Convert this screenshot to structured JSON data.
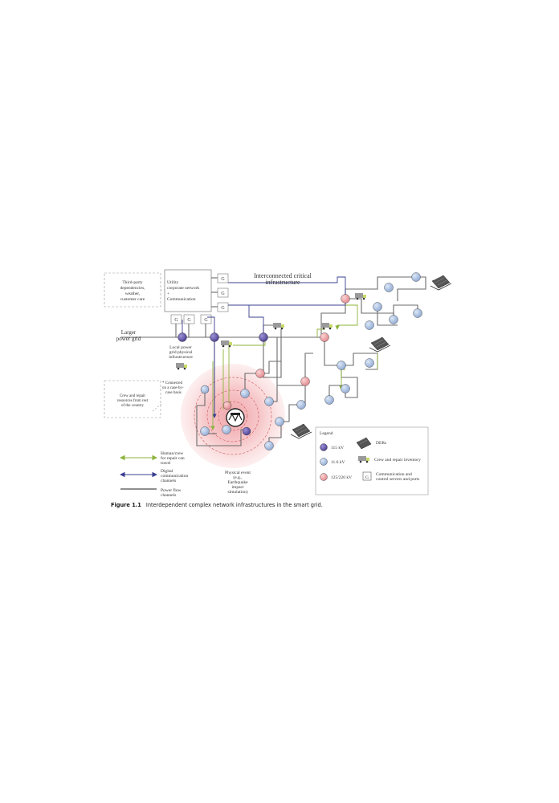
{
  "figure": {
    "number": "Figure 1.1",
    "caption": "Interdependent complex network infrastructures in the smart grid."
  },
  "labels": {
    "third_party_line1": "Third-party",
    "third_party_line2": "dependencies,",
    "third_party_line3": "weather,",
    "third_party_line4": "customer care",
    "utility_line1": "Utility",
    "utility_line2": "corporate network",
    "utility_line3": "+",
    "utility_line4": "Communication",
    "interconnected_line1": "Interconnected critical",
    "interconnected_line2": "infrastructure",
    "larger_grid_line1": "Larger",
    "larger_grid_line2": "power grid",
    "local_grid_line1": "Local power",
    "local_grid_line2": "grid physical",
    "local_grid_line3": "infrastructure",
    "connected_line1": "* Connected",
    "connected_line2": "on a case-by-",
    "connected_line3": "case basis",
    "crew_line1": "Crew and repair",
    "crew_line2": "resources from rest",
    "crew_line3": "of the country",
    "event_line1": "Physical event",
    "event_line2": "(e.g.,",
    "event_line3": "Earthquake",
    "event_line4": "impact",
    "event_line5": "simulation)",
    "g": "G"
  },
  "flow_legend": {
    "human_line1": "Human/crew",
    "human_line2": "for repair can",
    "human_line3": "travel",
    "digital_line1": "Digital",
    "digital_line2": "communication",
    "digital_line3": "channels",
    "power_line1": "Power flow",
    "power_line2": "channels"
  },
  "legend": {
    "title": "Legend",
    "kv115": "115 kV",
    "kv115_color": "#6b5fb0",
    "kv116": "11.6 kV",
    "kv116_color": "#9db6dd",
    "kv125": "125/220 kV",
    "kv125_color": "#e59b9d",
    "ders": "DERs",
    "crew": "Crew and repair inventory",
    "comm_line1": "Communication and",
    "comm_line2": "control servers and ports"
  },
  "colors": {
    "power_line": "#6b6b6b",
    "crew_line": "#8db33a",
    "digital_line": "#3b3f8f",
    "event_zone": "#f3b3b5"
  }
}
